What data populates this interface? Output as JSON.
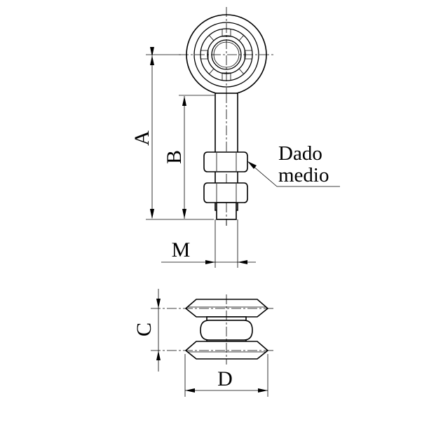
{
  "dimensions": {
    "A": "A",
    "B": "B",
    "M": "M",
    "C": "C",
    "D": "D"
  },
  "callout": {
    "line1": "Dado",
    "line2": "medio"
  }
}
